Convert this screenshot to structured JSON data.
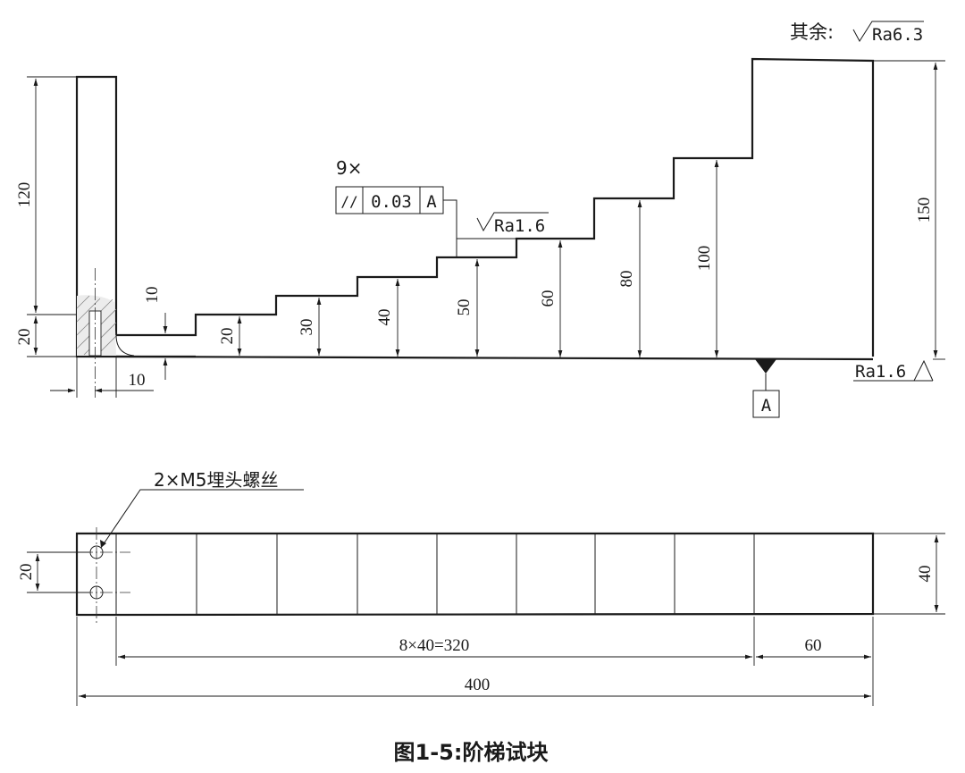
{
  "surface": {
    "other_label": "其余:",
    "other_roughness": "Ra6.3",
    "step_roughness": "Ra1.6",
    "bottom_roughness": "Ra1.6"
  },
  "tolerance": {
    "count": "9×",
    "symbol": "//",
    "value": "0.03",
    "datum": "A"
  },
  "datum_label": "A",
  "front_dims": {
    "left_height": "120",
    "left_base": "20",
    "left_width": "10",
    "step_heights": [
      "10",
      "20",
      "30",
      "40",
      "50",
      "60",
      "80",
      "100"
    ],
    "right_height": "150"
  },
  "top_view": {
    "screw_note": "2×M5埋头螺丝",
    "hole_spacing": "20",
    "width": "40",
    "steps_length": "8×40=320",
    "last_length": "60",
    "total_length": "400"
  },
  "caption": "图1-5:阶梯试块"
}
